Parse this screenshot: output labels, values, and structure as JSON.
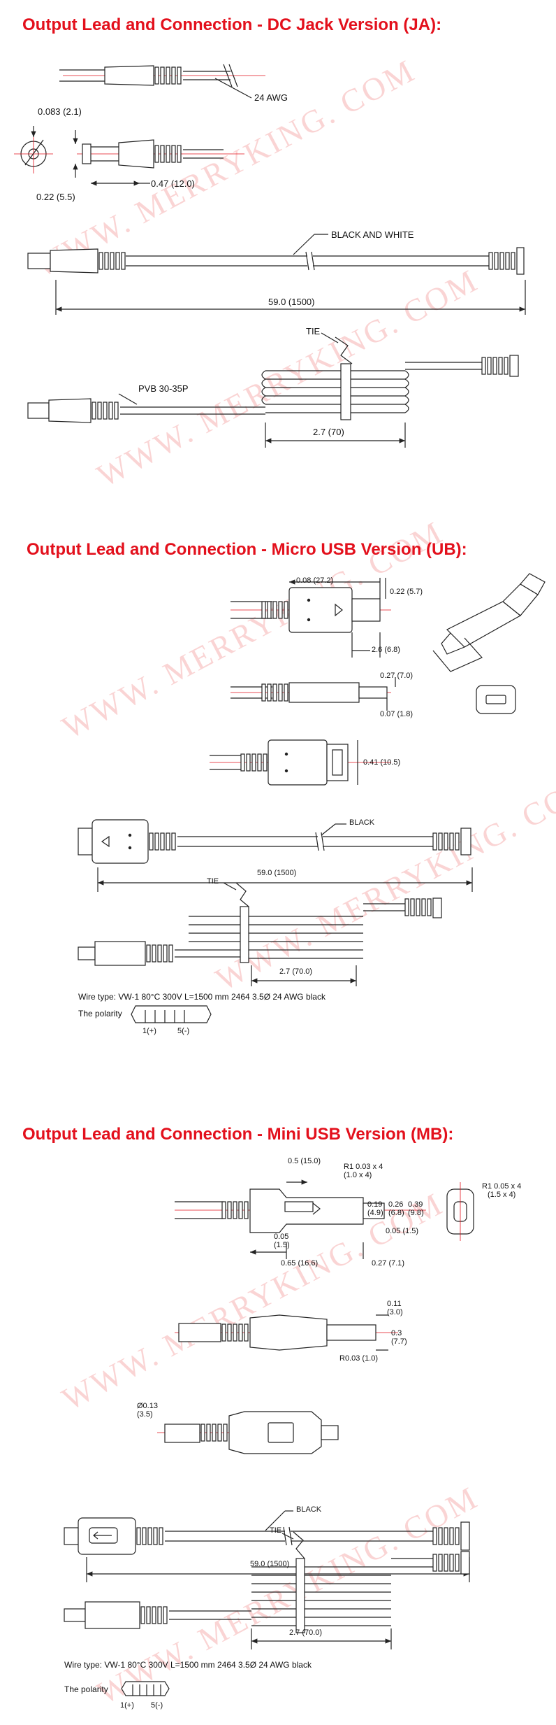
{
  "sections": {
    "ja": {
      "title": "Output Lead and Connection - DC Jack Version (JA):",
      "awg": "24 AWG",
      "d1": "0.083 (2.1)",
      "d2": "0.22 (5.5)",
      "d3": "0.47 (12.0)",
      "black_white": "BLACK AND WHITE",
      "length": "59.0 (1500)",
      "tie": "TIE",
      "pvb": "PVB 30-35P",
      "coil": "2.7 (70)"
    },
    "ub": {
      "title": "Output Lead and Connection - Micro USB Version (UB):",
      "d1": "0.08 (27.2)",
      "d2": "0.22 (5.7)",
      "d3": "2.6 (6.8)",
      "d4": "0.27 (7.0)",
      "d5": "0.07 (1.8)",
      "d6": "0.41 (10.5)",
      "black": "BLACK",
      "length": "59.0 (1500)",
      "tie": "TIE",
      "coil": "2.7 (70.0)",
      "wire_type": "Wire type: VW-1 80°C 300V L=1500 mm 2464 3.5Ø 24 AWG black",
      "polarity": "The polarity",
      "pin1": "1(+)",
      "pin5": "5(-)"
    },
    "mb": {
      "title": "Output Lead and Connection - Mini USB Version (MB):",
      "d1": "0.5 (15.0)",
      "r1": "R1 0.03 x 4",
      "r1b": "(1.0 x 4)",
      "r2": "R1 0.05 x 4",
      "r2b": "(1.5 x 4)",
      "d2": "0.19",
      "d2b": "(4.9)",
      "d3": "0.26",
      "d3b": "(6.8)",
      "d4": "0.39",
      "d4b": "(9.8)",
      "d5": "0.05 (1.5)",
      "d6": "0.05",
      "d6b": "(1.5)",
      "d7": "0.65 (16.6)",
      "d8": "0.27 (7.1)",
      "d9": "0.11",
      "d9b": "(3.0)",
      "d10": "0.3",
      "d10b": "(7.7)",
      "d11": "R0.03 (1.0)",
      "d12": "Ø0.13",
      "d12b": "(3.5)",
      "black": "BLACK",
      "length": "59.0 (1500)",
      "tie": "TIE",
      "coil": "2.7 (70.0)",
      "wire_type": "Wire type: VW-1 80°C 300V L=1500 mm 2464 3.5Ø 24 AWG black",
      "polarity": "The polarity",
      "pin1": "1(+)",
      "pin5": "5(-)"
    }
  },
  "watermark": "WWW. MERRYKING. COM",
  "colors": {
    "title": "#e3101c",
    "centerline": "#e3101c",
    "line": "#222222"
  }
}
